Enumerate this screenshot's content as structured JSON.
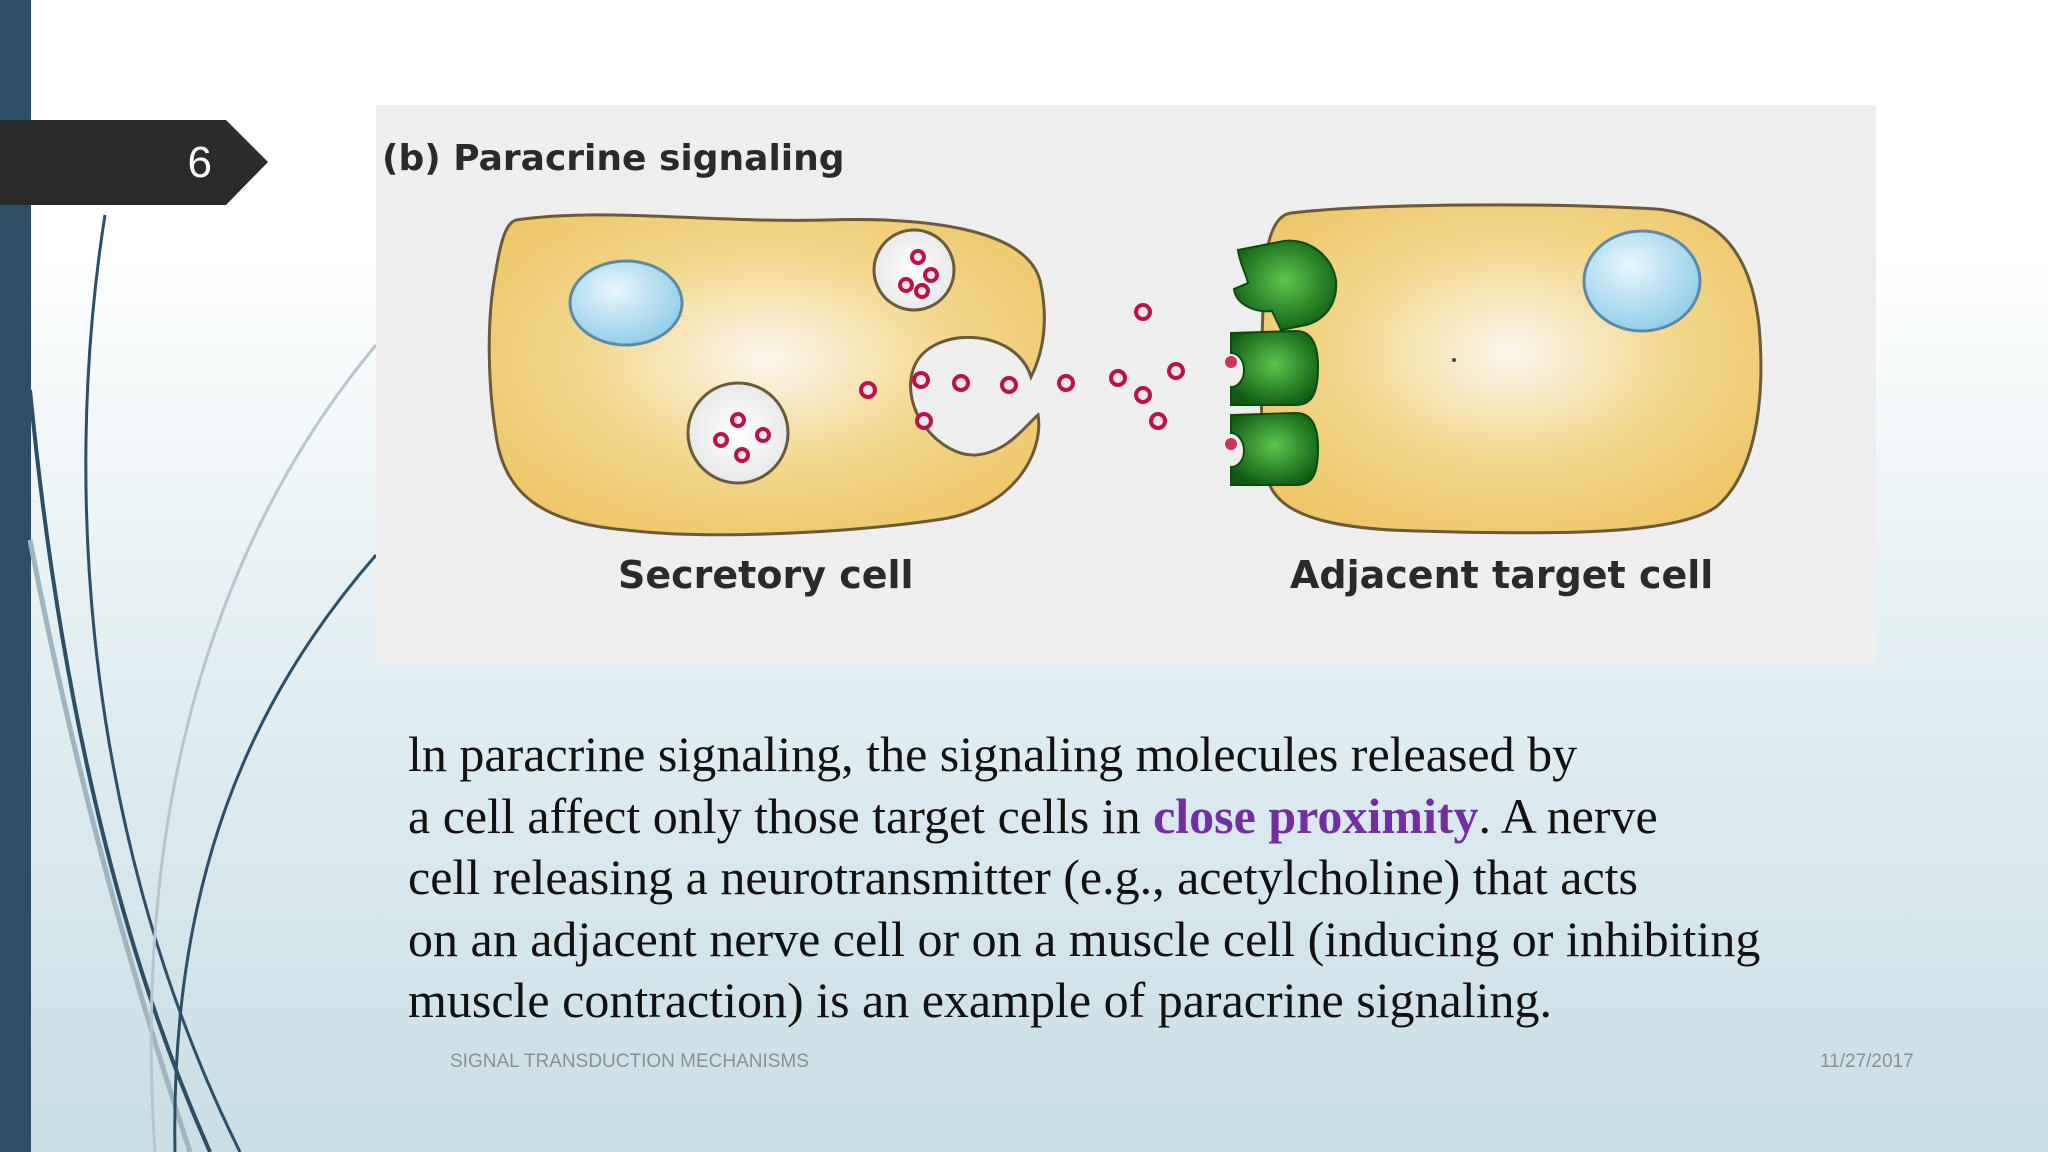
{
  "slide": {
    "number": "6"
  },
  "figure": {
    "heading": "(b) Paracrine signaling",
    "label_left": "Secretory cell",
    "label_right": "Adjacent target cell"
  },
  "body": {
    "line1": "ln paracrine signaling, the signaling molecules released by",
    "line2_before": "a cell affect only those target cells in ",
    "line2_highlight": "close proximity",
    "line2_after": ". A nerve",
    "line3": "cell releasing a neurotransmitter (e.g., acetylcholine) that acts",
    "line4": "on an adjacent nerve cell or on a muscle cell (inducing or inhibiting",
    "line5": "muscle contraction) is an example of paracrine signaling."
  },
  "footer": {
    "title": "SIGNAL TRANSDUCTION MECHANISMS",
    "date": "11/27/2017"
  },
  "colors": {
    "sidebar": "#2d4f66",
    "highlight": "#7030a0",
    "cell_fill": "#f0cd78",
    "nucleus": "#9fd3ef",
    "molecule": "#b8144a",
    "receptor": "#1a7a1e"
  }
}
